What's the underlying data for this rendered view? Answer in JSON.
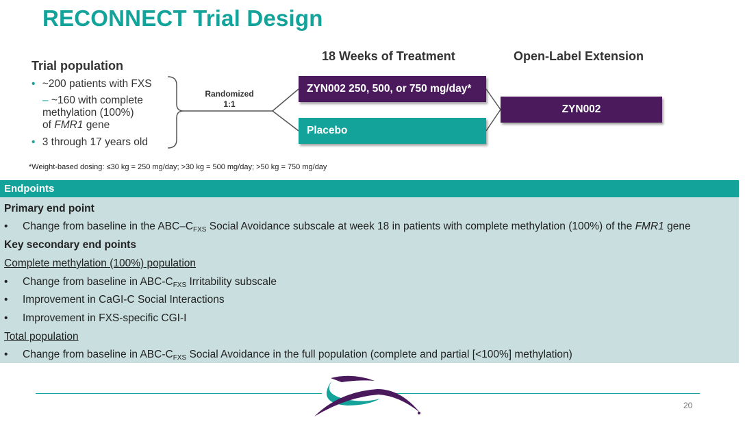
{
  "title": "RECONNECT Trial Design",
  "trial_population": {
    "heading": "Trial population",
    "item1": "~200 patients with FXS",
    "sub_dash": "–",
    "sub_line1": "~160 with complete",
    "sub_line2": "methylation (100%)",
    "sub_line3_prefix": "of",
    "sub_line3_gene": "FMR1",
    "sub_line3_suffix": "gene",
    "item2": "3 through 17 years old",
    "bullet": "•"
  },
  "randomized": {
    "line1": "Randomized",
    "line2": "1:1"
  },
  "headers": {
    "treatment": "18 Weeks of Treatment",
    "ole": "Open-Label Extension"
  },
  "boxes": {
    "zyn": "ZYN002 250, 500, or 750  mg/day*",
    "placebo": "Placebo",
    "ole": "ZYN002"
  },
  "footnote": "*Weight-based dosing: ≤30 kg = 250 mg/day; >30 kg = 500 mg/day;  >50 kg = 750 mg/day",
  "endpoints": {
    "label": "Endpoints",
    "primary_heading": "Primary end point",
    "bullet": "•",
    "primary_a": "Change from baseline in the ABC–C",
    "sub_fxs": "FXS",
    "primary_b": " Social Avoidance subscale at week 18 in patients with complete methylation (100%) of the ",
    "primary_gene": "FMR1",
    "primary_c": " gene",
    "secondary_heading": "Key secondary end points",
    "complete_heading": "Complete methylation (100%) population",
    "s1_a": "Change from baseline in ABC-C",
    "s1_b": " Irritability subscale",
    "s2": "Improvement in CaGI-C Social Interactions",
    "s3": "Improvement in FXS-specific CGI-I",
    "total_heading": "Total population",
    "t1_a": "Change from baseline in ABC-C",
    "t1_b": " Social Avoidance in the full population (complete and partial [<100%] methylation)"
  },
  "page_number": "20",
  "colors": {
    "teal": "#14a39a",
    "purple": "#4a1a5c",
    "panel": "#c9dede"
  }
}
